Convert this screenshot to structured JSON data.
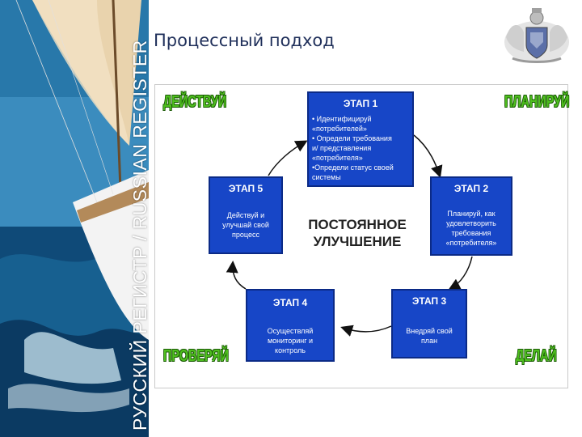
{
  "sidebar": {
    "vertical_text": "РУССКИЙ РЕГИСТР / RUSSIAN REGISTER"
  },
  "slide": {
    "title": "Процессный подход"
  },
  "diagram": {
    "center": [
      "ПОСТОЯННОЕ",
      "УЛУЧШЕНИЕ"
    ],
    "stage1": {
      "title": "ЭТАП 1",
      "lines": [
        "• Идентифицируй",
        "«потребителей»",
        "• Определи требования",
        "и/ представления",
        "«потребителя»",
        "•Определи статус своей",
        "системы"
      ]
    },
    "stage2": {
      "title": "ЭТАП 2",
      "lines": [
        "Планируй, как",
        "удовлетворить",
        "требования",
        "«потребителя»"
      ]
    },
    "stage3": {
      "title": "ЭТАП 3",
      "lines": [
        "Внедряй свой",
        "план"
      ]
    },
    "stage4": {
      "title": "ЭТАП 4",
      "lines": [
        "Осуществляй",
        "мониторинг и",
        "контроль"
      ]
    },
    "stage5": {
      "title": "ЭТАП 5",
      "lines": [
        "Действуй и",
        "улучшай свой",
        "процесс"
      ]
    },
    "labels": {
      "act": "ДЕЙСТВУЙ",
      "plan": "ПЛАНИРУЙ",
      "do": "ДЕЛАЙ",
      "check": "ПРОВЕРЯЙ"
    }
  },
  "colors": {
    "box_fill": "#1746c7",
    "label_green": "#4fbf1f",
    "title": "#1f2f5a"
  }
}
